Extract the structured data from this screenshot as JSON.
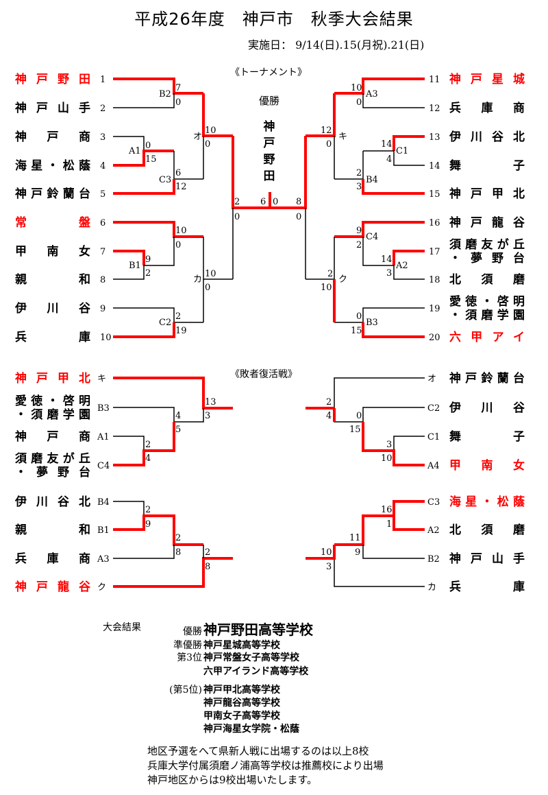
{
  "header": {
    "title": "平成26年度　神戸市　秋季大会結果",
    "dates": "実施日： 9/14(日).15(月祝).21(日)"
  },
  "sections": {
    "tournament": "《トーナメント》",
    "repechage": "《敗者復活戦》"
  },
  "champion_label": "優勝",
  "champion_chars": [
    "神",
    "戸",
    "野",
    "田"
  ],
  "colors": {
    "win": "#ff0000",
    "line": "#000000"
  },
  "left_teams": [
    {
      "name": "神戸野田",
      "num": "1",
      "red": true
    },
    {
      "name": "神戸山手",
      "num": "2",
      "red": false
    },
    {
      "name": "神戸商",
      "num": "3",
      "red": false
    },
    {
      "name": "海星・松蔭",
      "num": "4",
      "red": false
    },
    {
      "name": "神戸鈴蘭台",
      "num": "5",
      "red": false
    },
    {
      "name": "常盤",
      "num": "6",
      "red": true
    },
    {
      "name": "甲南女",
      "num": "7",
      "red": false
    },
    {
      "name": "親和",
      "num": "8",
      "red": false
    },
    {
      "name": "伊川谷",
      "num": "9",
      "red": false
    },
    {
      "name": "兵庫",
      "num": "10",
      "red": false
    }
  ],
  "right_teams": [
    {
      "name": "神戸星城",
      "num": "11",
      "red": true
    },
    {
      "name": "兵庫商",
      "num": "12",
      "red": false
    },
    {
      "name": "伊川谷北",
      "num": "13",
      "red": false
    },
    {
      "name": "舞子",
      "num": "14",
      "red": false
    },
    {
      "name": "神戸甲北",
      "num": "15",
      "red": false
    },
    {
      "name": "神戸龍谷",
      "num": "16",
      "red": false
    },
    {
      "name": "須磨友が丘\n・夢野台",
      "num": "17",
      "red": false
    },
    {
      "name": "北須磨",
      "num": "18",
      "red": false
    },
    {
      "name": "愛徳・啓明\n・須磨学園",
      "num": "19",
      "red": false
    },
    {
      "name": "六甲アイ",
      "num": "20",
      "red": true
    }
  ],
  "left_repechage": [
    {
      "name": "神戸甲北",
      "code": "キ",
      "red": true
    },
    {
      "name": "愛徳・啓明\n・須磨学園",
      "code": "B3",
      "red": false
    },
    {
      "name": "神戸商",
      "code": "A1",
      "red": false
    },
    {
      "name": "須磨友が丘\n・夢野台",
      "code": "C4",
      "red": false
    },
    {
      "name": "伊川谷北",
      "code": "B4",
      "red": false
    },
    {
      "name": "親和",
      "code": "B1",
      "red": false
    },
    {
      "name": "兵庫商",
      "code": "A3",
      "red": false
    },
    {
      "name": "神戸龍谷",
      "code": "ク",
      "red": true
    }
  ],
  "right_repechage": [
    {
      "name": "神戸鈴蘭台",
      "code": "オ",
      "red": false
    },
    {
      "name": "伊川谷",
      "code": "C2",
      "red": false
    },
    {
      "name": "舞子",
      "code": "C1",
      "red": false
    },
    {
      "name": "甲南女",
      "code": "A4",
      "red": true
    },
    {
      "name": "海星・松蔭",
      "code": "C3",
      "red": true
    },
    {
      "name": "北須磨",
      "code": "A2",
      "red": false
    },
    {
      "name": "神戸山手",
      "code": "B2",
      "red": false
    },
    {
      "name": "兵庫",
      "code": "カ",
      "red": false
    }
  ],
  "results": {
    "heading": "大会結果",
    "rows": [
      {
        "label": "優勝",
        "value": "神戸野田高等学校",
        "big": true
      },
      {
        "label": "準優勝",
        "value": "神戸星城高等学校",
        "big": false
      },
      {
        "label": "第3位",
        "value": "神戸常盤女子高等学校",
        "big": false
      },
      {
        "label": "",
        "value": "六甲アイランド高等学校",
        "big": false
      },
      {
        "label": "(第5位)",
        "value": "神戸甲北高等学校",
        "big": false
      },
      {
        "label": "",
        "value": "神戸龍谷高等学校",
        "big": false
      },
      {
        "label": "",
        "value": "甲南女子高等学校",
        "big": false
      },
      {
        "label": "",
        "value": "神戸海星女学院・松蔭",
        "big": false
      }
    ]
  },
  "notes": [
    "地区予選をへて県新人戦に出場するのは以上8校",
    "兵庫大学付属須磨ノ浦高等学校は推薦校により出場",
    "神戸地区からは9校出場いたします。"
  ]
}
